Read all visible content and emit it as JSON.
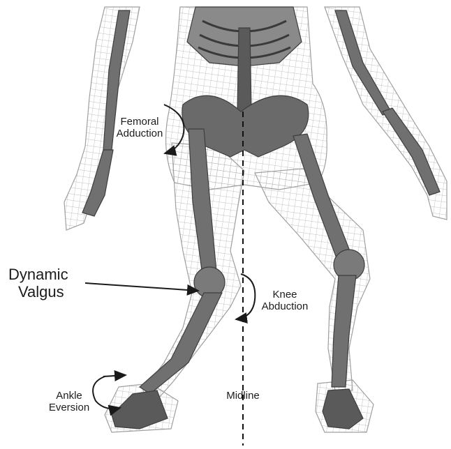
{
  "labels": {
    "femoral_adduction": [
      "Femoral",
      "Adduction"
    ],
    "dynamic_valgus": [
      "Dynamic",
      "Valgus"
    ],
    "knee_abduction": [
      "Knee",
      "Abduction"
    ],
    "ankle_eversion": [
      "Ankle",
      "Eversion"
    ],
    "midline": "Midline"
  },
  "colors": {
    "bone": "#6e6e6e",
    "bone_dark": "#4a4a4a",
    "mesh": "#9a9a9a",
    "arrow": "#1a1a1a"
  }
}
